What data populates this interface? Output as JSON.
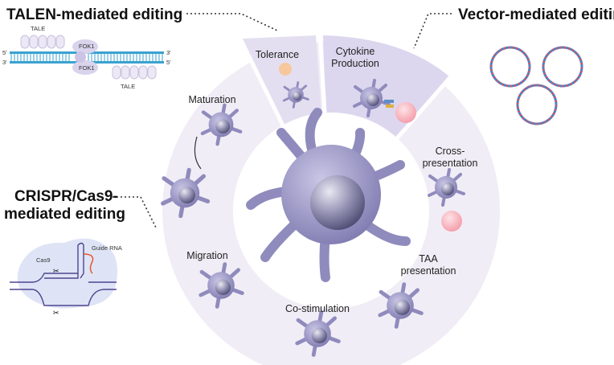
{
  "headings": {
    "talen": "TALEN-mediated editing",
    "vector": "Vector-mediated editing",
    "crispr_line1": "CRISPR/Cas9-",
    "crispr_line2": "mediated editing"
  },
  "talen_diagram": {
    "tale_top": "TALE",
    "tale_bottom": "TALE",
    "fok1_top": "FOK1",
    "fok1_bottom": "FOK1",
    "five_left": "5'",
    "three_left": "3'",
    "three_right": "3'",
    "five_right": "5'"
  },
  "crispr_diagram": {
    "cas9": "Cas9",
    "guide_rna": "Guide RNA"
  },
  "ring_stages": {
    "tolerance": "Tolerance",
    "cytokine_1": "Cytokine",
    "cytokine_2": "Production",
    "maturation": "Maturation",
    "cross_1": "Cross-",
    "cross_2": "presentation",
    "migration": "Migration",
    "taa_1": "TAA",
    "taa_2": "presentation",
    "costim": "Co-stimulation"
  },
  "colors": {
    "ring": "#f1edf6",
    "highlight": "#dcd7ee",
    "cell": "#8f8bbd",
    "dna": "#3aa2d0",
    "guide": "#e4572e"
  }
}
